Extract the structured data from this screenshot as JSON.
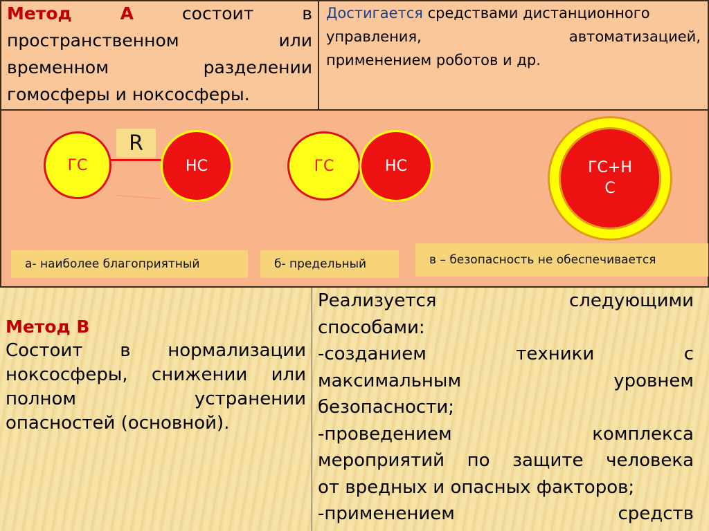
{
  "method_a": {
    "title_word1": "Метод",
    "title_word2": "А",
    "line1_rest": "состоит в",
    "line2": "пространственном или",
    "line3": "временном разделении",
    "line4": "гомосферы и ноксосферы."
  },
  "method_a_right": {
    "highlight": "Достигается",
    "line1_rest": "средствами дистанционного",
    "line2": "управления, автоматизацией,",
    "line3": "применением роботов и др."
  },
  "diagram": {
    "a_gc": "ГС",
    "a_nc": "НС",
    "r_label": "R",
    "b_gc": "ГС",
    "b_nc": "НС",
    "c_line1": "ГС+Н",
    "c_line2": "С",
    "label_a": "а- наиболее благоприятный",
    "label_b": "б- предельный",
    "label_c": "в – безопасность не обеспечивается"
  },
  "method_b": {
    "title": "Метод В",
    "line1": "Состоит в нормализации",
    "line2": "ноксосферы, снижении или",
    "line3": "полном устранении",
    "line4": "опасностей (основной)."
  },
  "method_b_right": {
    "line1": "Реализуется следующими",
    "line2": "способами:",
    "line3": "-созданием техники с",
    "line4": "максимальным уровнем",
    "line5": "безопасности;",
    "line6": "-проведением комплекса",
    "line7": "мероприятий по защите человека",
    "line8": "от вредных и опасных факторов;",
    "line9": "-применением средств"
  },
  "colors": {
    "accent_red": "#c00000",
    "accent_blue": "#1a3f8f",
    "circle_yellow": "#ffff1a",
    "circle_red": "#ee1111"
  }
}
